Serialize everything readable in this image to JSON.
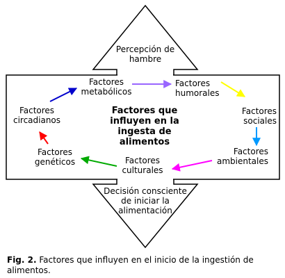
{
  "diagram": {
    "top_arrow_text": "Percepción de\nhambre",
    "bottom_arrow_text": "Decisión consciente\nde iniciar la\nalimentación",
    "center_text": "Factores que\ninfluyen en la\ningesta de\nalimentos",
    "factors": [
      {
        "id": "metabolicos",
        "text": "Factores\nmetabólicos"
      },
      {
        "id": "humorales",
        "text": "Factores\nhumorales"
      },
      {
        "id": "sociales",
        "text": "Factores\nsociales"
      },
      {
        "id": "ambientales",
        "text": "Factores\nambientales"
      },
      {
        "id": "culturales",
        "text": "Factores\nculturales"
      },
      {
        "id": "geneticos",
        "text": "Factores\ngenéticos"
      },
      {
        "id": "circadianos",
        "text": "Factores\ncircadianos"
      }
    ],
    "arrows": [
      {
        "from": "metabolicos",
        "to": "humorales",
        "color": "#9966ff"
      },
      {
        "from": "humorales",
        "to": "sociales",
        "color": "#ffff00"
      },
      {
        "from": "sociales",
        "to": "ambientales",
        "color": "#0099ff"
      },
      {
        "from": "ambientales",
        "to": "culturales",
        "color": "#ff00ff"
      },
      {
        "from": "culturales",
        "to": "geneticos",
        "color": "#00aa00"
      },
      {
        "from": "geneticos",
        "to": "circadianos",
        "color": "#ff0000"
      },
      {
        "from": "circadianos",
        "to": "metabolicos",
        "color": "#0000cc"
      }
    ]
  },
  "caption": {
    "prefix": "Fig. 2.",
    "text": " Factores que influyen en el inicio de la ingestión de alimentos."
  }
}
